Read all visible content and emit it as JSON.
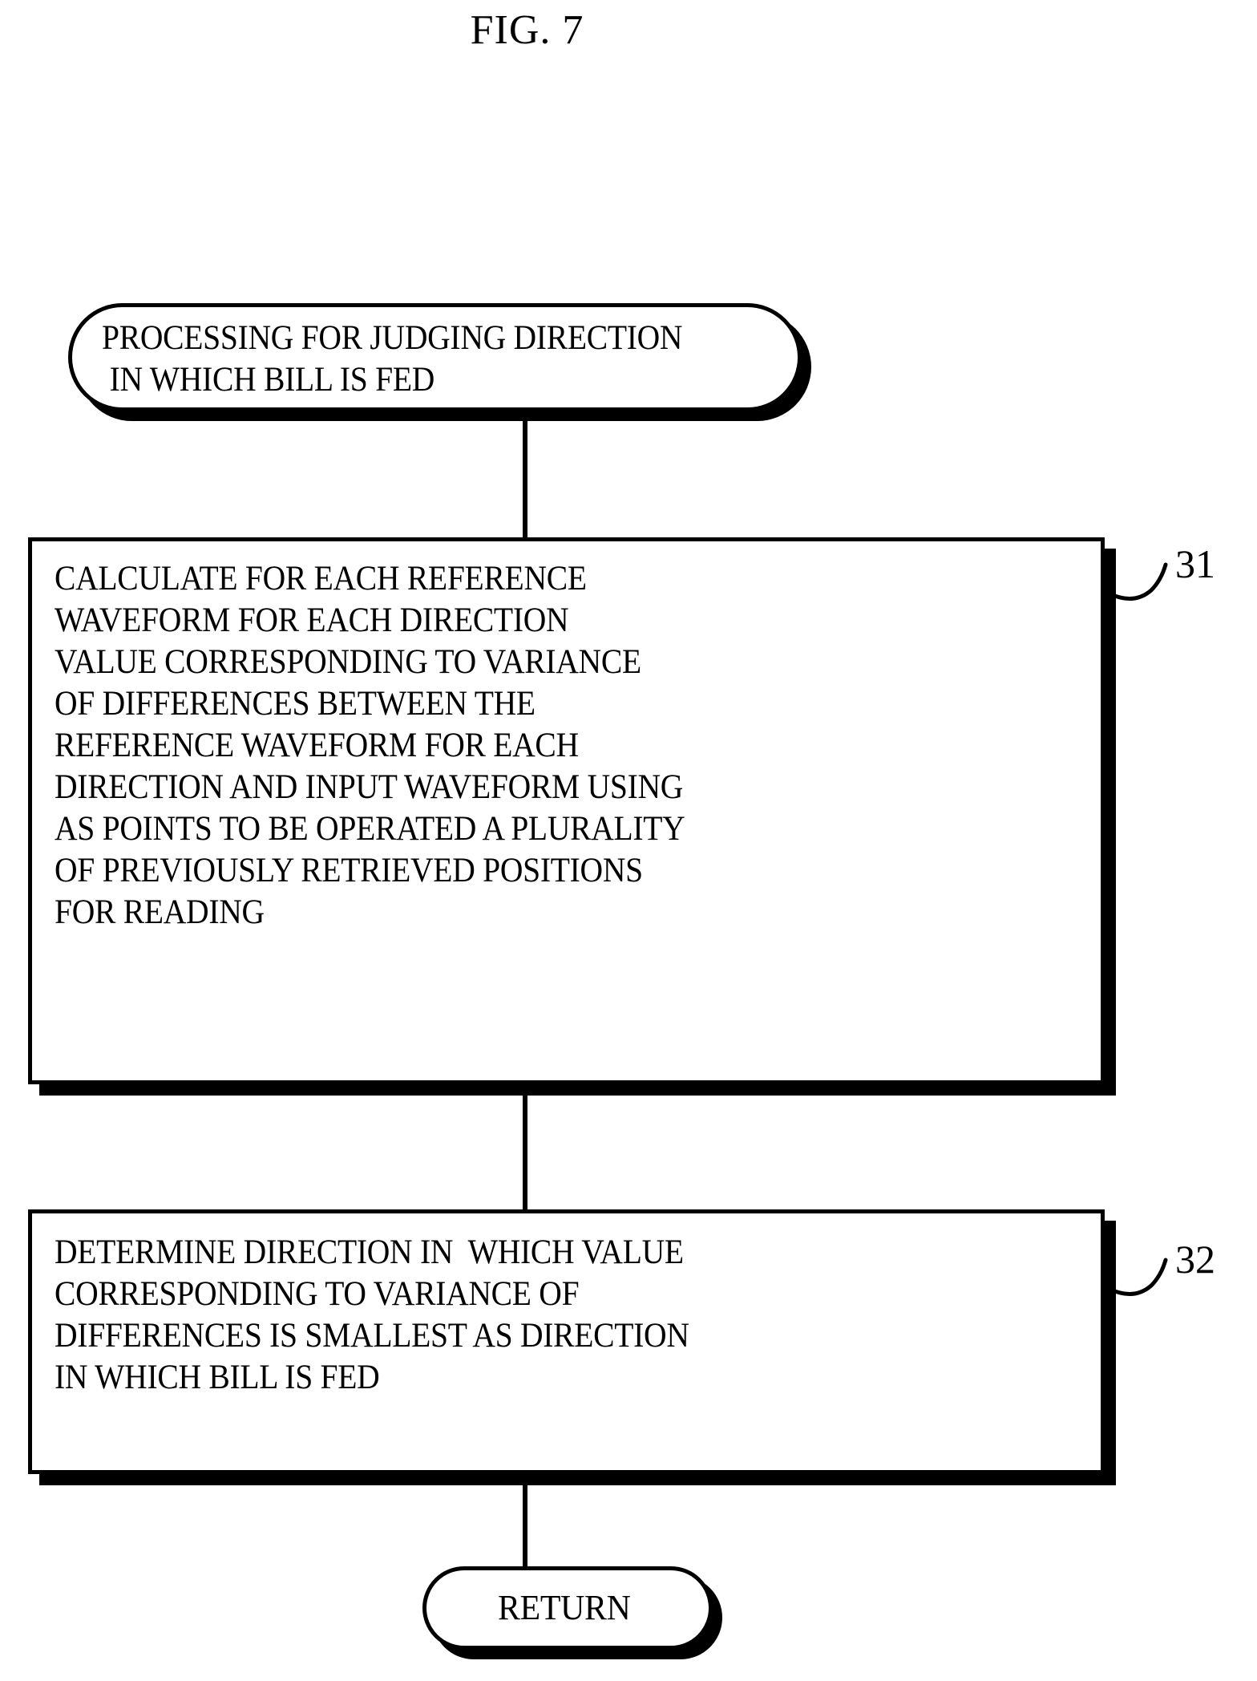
{
  "figure": {
    "title": "FIG. 7"
  },
  "flowchart": {
    "type": "process-flow-diagram",
    "orientation": "top-to-bottom",
    "nodes": [
      {
        "id": "start",
        "shape": "terminator",
        "text": "PROCESSING FOR JUDGING DIRECTION\n IN WHICH BILL IS FED"
      },
      {
        "id": "step31",
        "shape": "process",
        "ref": "31",
        "text": "CALCULATE FOR EACH REFERENCE\nWAVEFORM FOR EACH DIRECTION\nVALUE CORRESPONDING TO VARIANCE\nOF DIFFERENCES BETWEEN THE\nREFERENCE WAVEFORM FOR EACH\nDIRECTION AND INPUT WAVEFORM USING\nAS POINTS TO BE OPERATED A PLURALITY\nOF PREVIOUSLY RETRIEVED POSITIONS\nFOR READING"
      },
      {
        "id": "step32",
        "shape": "process",
        "ref": "32",
        "text": "DETERMINE DIRECTION IN  WHICH VALUE\nCORRESPONDING TO VARIANCE OF\nDIFFERENCES IS SMALLEST AS DIRECTION\nIN WHICH BILL IS FED"
      },
      {
        "id": "return",
        "shape": "terminator",
        "text": "RETURN"
      }
    ],
    "reference_numerals": {
      "step31": "31",
      "step32": "32"
    },
    "colors": {
      "stroke": "#000000",
      "fill": "#ffffff",
      "shadow": "#000000"
    }
  }
}
